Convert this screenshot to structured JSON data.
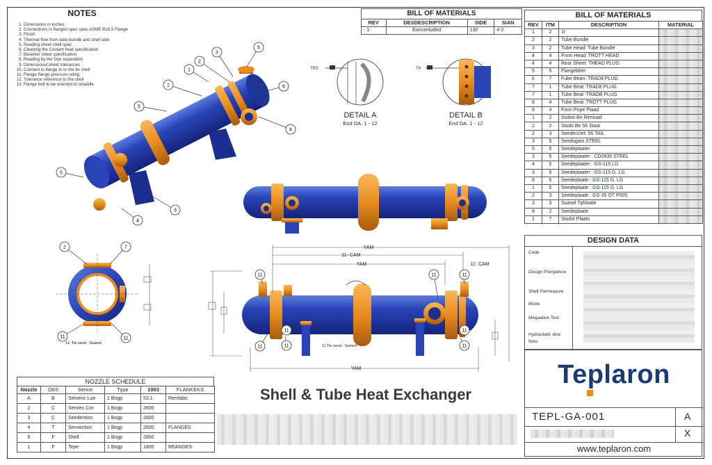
{
  "notes": {
    "title": "NOTES",
    "items": [
      "Dimensions in inches",
      "Connections in flanged spec spec ASME B16.5 Flange",
      "Finish",
      "Thermal flow from tube bundle and shell side",
      "Reading sheet shell spec",
      "Cleaning the Coolant heat specification",
      "Baseline sheet specification",
      "Reading by the Dye separation",
      "Dimensional sheet tolerances",
      "Connect to flange to to the tie shell",
      "Flange flange pressure rating",
      "Tolerance reference to the shell",
      "Flange bolt to be oriented to straddle"
    ]
  },
  "bom_small": {
    "title": "BILL OF MATERIALS",
    "headers": [
      "REV",
      "DESDESCRIPTION",
      "SIDE",
      "SIAN"
    ],
    "row": [
      "- 1-",
      "Eoncenluded",
      "130",
      "4-2"
    ]
  },
  "details": {
    "a_title": "DETAIL A",
    "a_sub": "End DA. 1 - 12",
    "b_title": "DETAIL B",
    "b_sub": "End DA. 1 - 12",
    "a_tag": "TRS",
    "b_tag": "T9"
  },
  "bom": {
    "title": "BILL OF MATERIALS",
    "headers": [
      "REV",
      "ITM",
      "DESCRIPTION",
      "MATERIAL"
    ],
    "rows": [
      [
        "1",
        "2",
        "1t"
      ],
      [
        "2",
        "2",
        "Tube Bundle"
      ],
      [
        "3",
        "2",
        "Tube Head: Tube Bundle"
      ],
      [
        "4",
        "4",
        "From Head: TROTT HEAD"
      ],
      [
        "4",
        "4",
        "Rear Sheet: THEAD PLUG"
      ],
      [
        "5",
        "5",
        "Flangebber"
      ],
      [
        "6",
        "7",
        "Fube Bean: TRAD8 PLUG"
      ],
      [
        "7",
        "1",
        "Tube Beat: TRAD8 PLUG"
      ],
      [
        "7",
        "1",
        "Tube Beat: TRADB PLUG"
      ],
      [
        "8",
        "4",
        "Tube Beat: TROTT PLUG"
      ],
      [
        "8",
        "4",
        "Foon Pnpe Plaad"
      ],
      [
        "1",
        "2",
        "Sudoo Be Reniuad"
      ],
      [
        "2",
        "2",
        "Studs Be 56 Staai"
      ],
      [
        "2",
        "3",
        "Seedecclet: 56 TAIL"
      ],
      [
        "3",
        "5",
        "Seedsgam STEEL"
      ],
      [
        "5",
        "5",
        "Seedeplaater"
      ],
      [
        "3",
        "5",
        "Seedeplaater : CD0935 STEEL"
      ],
      [
        "4",
        "5",
        "Seedeplaater : GS-115 LG"
      ],
      [
        "3",
        "5",
        "Seedeplaater : GS-115 G. LG"
      ],
      [
        "8",
        "5",
        "Seedeplaate : GS-115 G. LG"
      ],
      [
        "1",
        "5",
        "Seedeplaate : GS-115 G. LG"
      ],
      [
        "2",
        "3",
        "Seedeplaate : GS-35 OT P005"
      ],
      [
        "3",
        "3",
        "Suasel Tphlaate"
      ],
      [
        "6",
        "2",
        "Seedeplaate"
      ],
      [
        "1",
        "7",
        "Studst Plaats"
      ]
    ]
  },
  "design": {
    "title": "DESIGN DATA",
    "rows": [
      "Code",
      "Design Prenpeture",
      "Shell Pwmeasure",
      "Mode",
      "Megaation Test",
      "Hydrastatic idse",
      "Nuts"
    ]
  },
  "nozzle": {
    "title": "NOZZLE SCHEDULE",
    "headers": [
      "Nozzle",
      "OtIS",
      "Serice",
      "Type",
      "1003",
      "FLANKEKS"
    ],
    "rows": [
      [
        "A",
        "B",
        "Servenc Lue",
        "1 Bogp",
        "53.1",
        "Remlabs"
      ],
      [
        "2",
        "C",
        "Serviec Cor",
        "1 Bogp",
        "2800",
        ""
      ],
      [
        "3",
        "C",
        "Seedention",
        "1 Bogp",
        "2800",
        ""
      ],
      [
        "4",
        "T",
        "Senvection",
        "1 Bogp",
        "2800",
        "FLANGES"
      ],
      [
        "6",
        "F",
        "Shell",
        "1 Bogp",
        "2800",
        ""
      ],
      [
        "1",
        "F",
        "Tepe",
        "1 Bogp",
        "1800",
        "REANGES"
      ]
    ]
  },
  "title_block": {
    "main_title": "Shell & Tube Heat Exchanger",
    "brand": "Teplaron",
    "drawing_no": "TEPL-GA-001",
    "rev": "A",
    "rev2": "X",
    "website": "www.teplaron.com"
  },
  "callouts": {
    "iso": [
      "1",
      "2",
      "3",
      "5",
      "5",
      "6",
      "4",
      "3",
      "4",
      "5",
      "1"
    ],
    "end": [
      "2",
      "7",
      "11",
      "11"
    ],
    "front": [
      "11",
      "11",
      "11",
      "11",
      "11",
      "11",
      "11",
      "11"
    ],
    "front_labels": [
      "YAM",
      "11- CAM",
      "YAM",
      "YAM",
      "11- CAM",
      "11 Tie send - Suewrt",
      "11- Tie send - Susent"
    ]
  },
  "colors": {
    "blue": "#2a44b8",
    "orange": "#e98d1f",
    "brand_navy": "#1c3a78",
    "brand_orange": "#f08a1c"
  }
}
